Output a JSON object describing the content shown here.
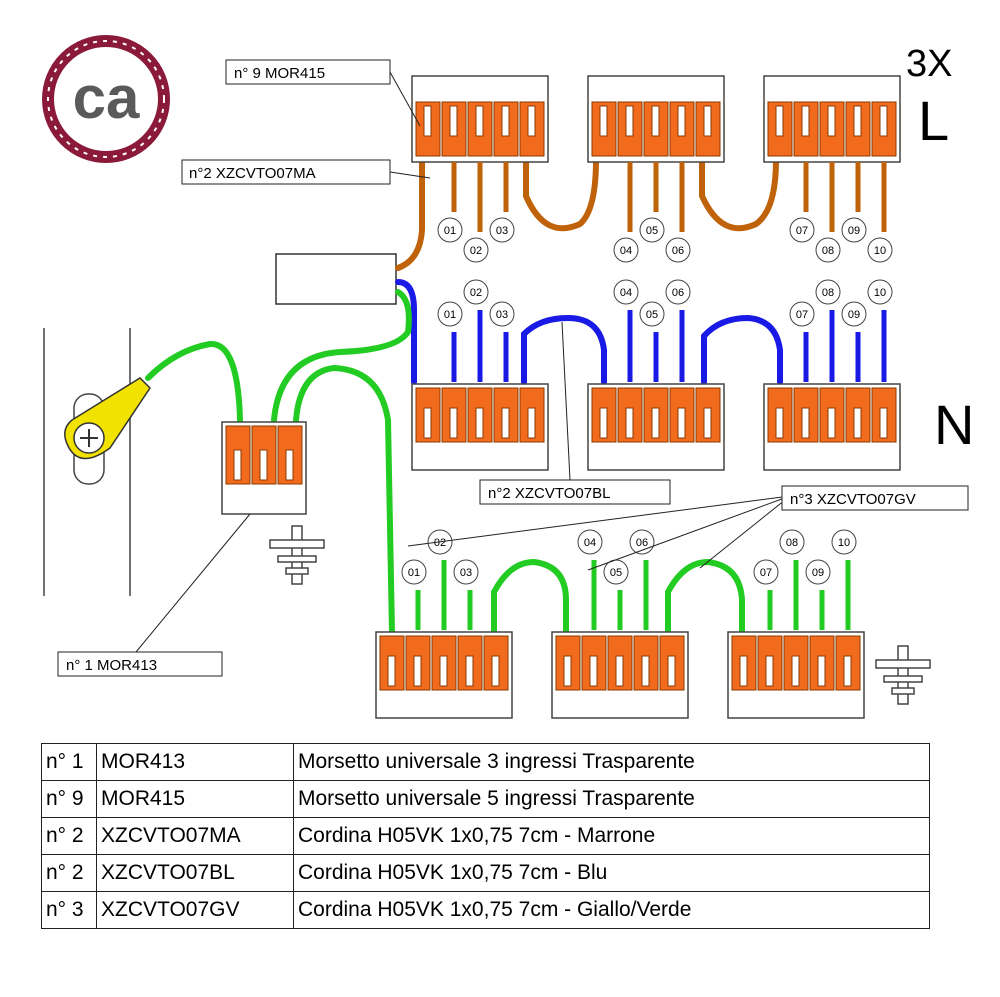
{
  "logo": {
    "text": "ca"
  },
  "labels": {
    "mor415": "n° 9 MOR415",
    "xzcvto07ma": "n°2 XZCVTO07MA",
    "xzcvto07bl": "n°2 XZCVTO07BL",
    "xzcvto07gv": "n°3 XZCVTO07GV",
    "mor413": "n° 1  MOR413"
  },
  "phase_labels": {
    "count": "3X",
    "line": "L",
    "neutral": "N"
  },
  "positions": [
    "01",
    "02",
    "03",
    "04",
    "05",
    "06",
    "07",
    "08",
    "09",
    "10"
  ],
  "colors": {
    "brown": "#c0620a",
    "blue": "#1a1ae6",
    "green": "#22cc22",
    "orange": "#f26a1b",
    "logo_rope": "#8b1a3a",
    "logo_text": "#5a5a5a",
    "yellow": "#f2e200"
  },
  "table": {
    "rows": [
      {
        "qty": "n° 1",
        "code": "MOR413",
        "desc": "Morsetto universale 3 ingressi Trasparente"
      },
      {
        "qty": "n° 9",
        "code": "MOR415",
        "desc": "Morsetto universale 5 ingressi  Trasparente"
      },
      {
        "qty": "n° 2",
        "code": "XZCVTO07MA",
        "desc": "Cordina H05VK 1x0,75 7cm - Marrone"
      },
      {
        "qty": "n° 2",
        "code": "XZCVTO07BL",
        "desc": "Cordina H05VK 1x0,75 7cm - Blu"
      },
      {
        "qty": "n° 3",
        "code": "XZCVTO07GV",
        "desc": "Cordina H05VK 1x0,75 7cm - Giallo/Verde"
      }
    ]
  }
}
